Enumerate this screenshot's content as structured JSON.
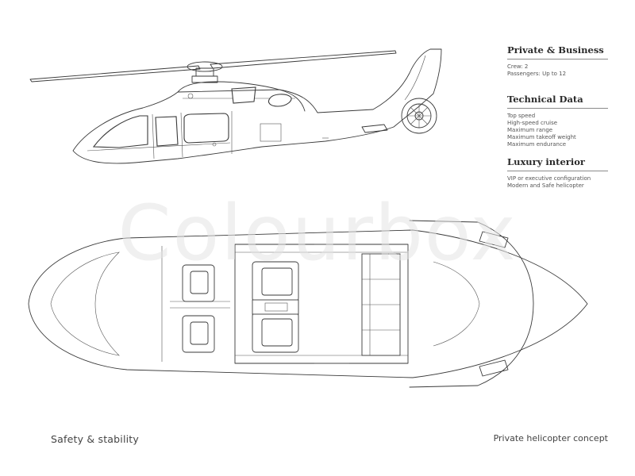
{
  "watermark": "Colourbox",
  "panel": {
    "sections": [
      {
        "title": "Private & Business",
        "lines": [
          "Crew: 2",
          "Passengers: Up to 12"
        ]
      },
      {
        "title": "Technical Data",
        "lines": [
          "Top speed",
          "High-speed cruise",
          "Maximum range",
          "Maximum takeoff weight",
          "Maximum endurance"
        ]
      },
      {
        "title": "Luxury interior",
        "lines": [
          "VIP or executive configuration",
          "Modern and Safe helicopter"
        ]
      }
    ]
  },
  "footer": {
    "left": "Safety & stability",
    "right": "Private helicopter concept"
  }
}
